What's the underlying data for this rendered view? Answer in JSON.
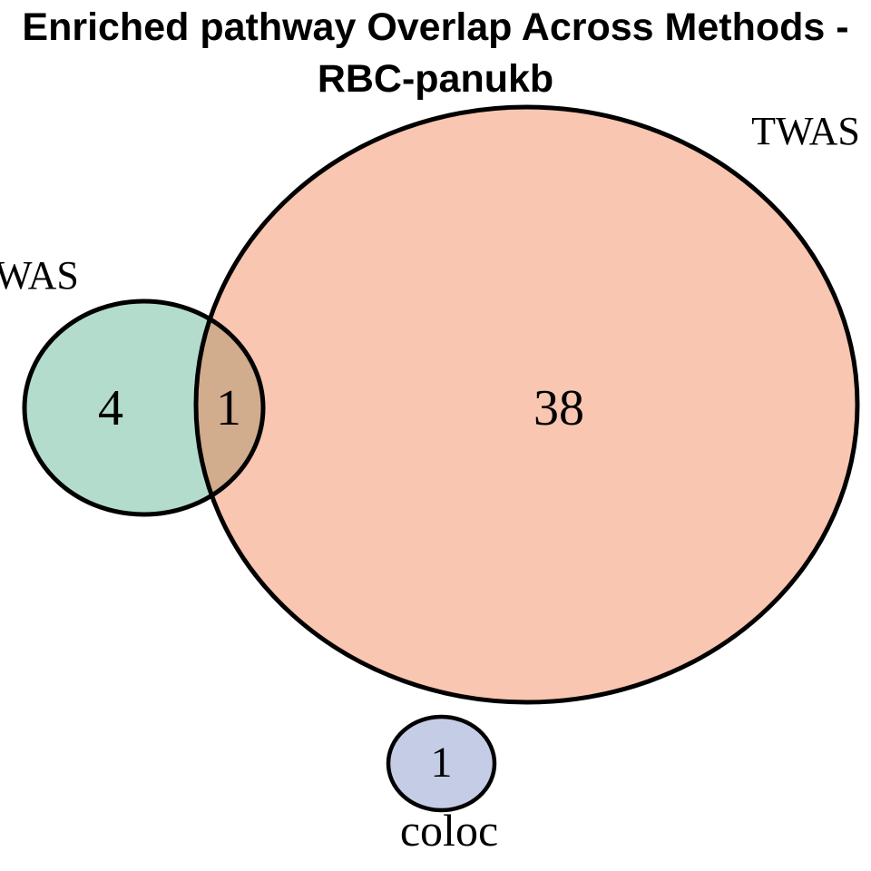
{
  "title": {
    "line1": "Enriched pathway Overlap Across Methods -",
    "line2": "RBC-panukb"
  },
  "venn": {
    "left_label": "WAS",
    "twas_label": "TWAS",
    "coloc_label": "coloc",
    "left_value": "4",
    "overlap_value": "1",
    "twas_value": "38",
    "coloc_value": "1"
  },
  "colors": {
    "twas_fill": "#f9c6b1",
    "left_fill": "#b3dccd",
    "overlap_fill": "#d1ac8d",
    "coloc_fill": "#c5cce5",
    "outline": "#000000"
  },
  "chart_data": {
    "type": "venn",
    "title": "Enriched pathway Overlap Across Methods - RBC-panukb",
    "set_labels": [
      "WAS",
      "TWAS",
      "coloc"
    ],
    "regions": [
      {
        "sets": [
          "WAS"
        ],
        "value": 4
      },
      {
        "sets": [
          "WAS",
          "TWAS"
        ],
        "value": 1
      },
      {
        "sets": [
          "TWAS"
        ],
        "value": 38
      },
      {
        "sets": [
          "coloc"
        ],
        "value": 1
      }
    ],
    "notes": "Euler diagram; left set label clipped at image edge (visible text: WAS); coloc set disjoint from others",
    "legend_position": "labels-adjacent-to-circles",
    "grid": false
  }
}
